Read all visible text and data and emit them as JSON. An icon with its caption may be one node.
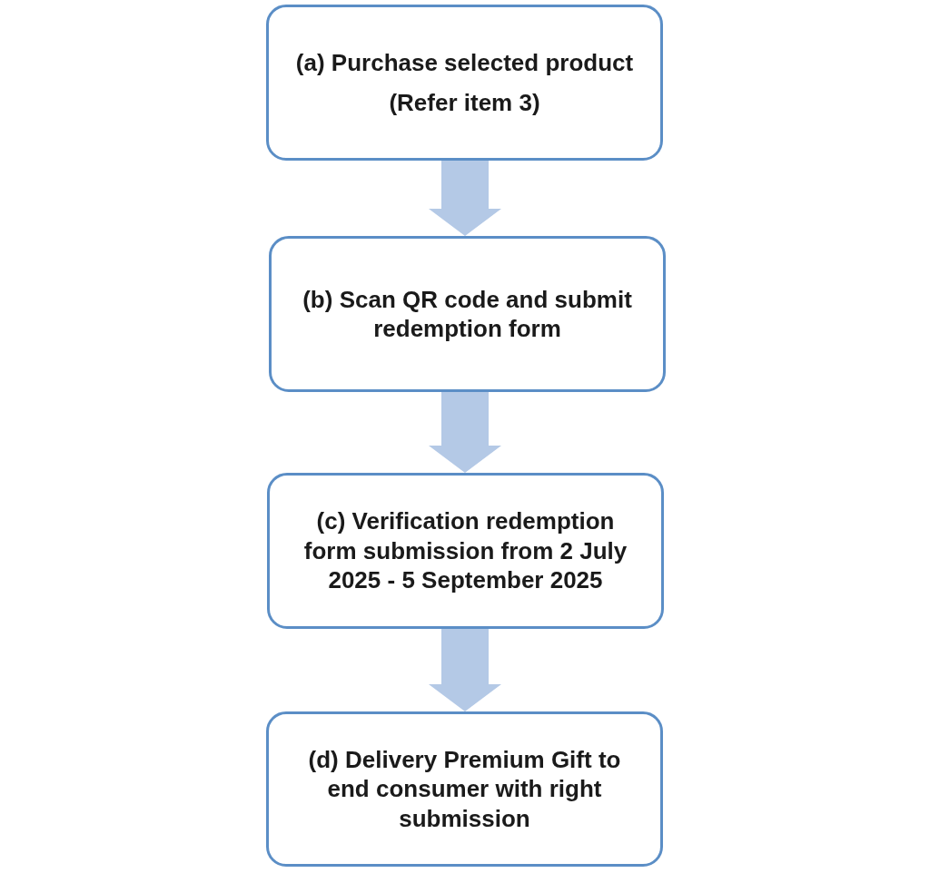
{
  "diagram": {
    "nodes": [
      {
        "text": [
          "(a) Purchase selected product",
          "(Refer item 3)"
        ]
      },
      {
        "text": [
          "(b) Scan QR code and submit redemption form"
        ]
      },
      {
        "text": [
          "(c) Verification redemption form submission from 2 July 2025 - 5 September 2025"
        ]
      },
      {
        "text": [
          "(d) Delivery Premium Gift to end consumer with right submission"
        ]
      }
    ],
    "edges": [
      {
        "from": 0,
        "to": 1,
        "arrow": "to"
      },
      {
        "from": 1,
        "to": 2,
        "arrow": "to"
      },
      {
        "from": 2,
        "to": 3,
        "arrow": "to"
      }
    ]
  }
}
